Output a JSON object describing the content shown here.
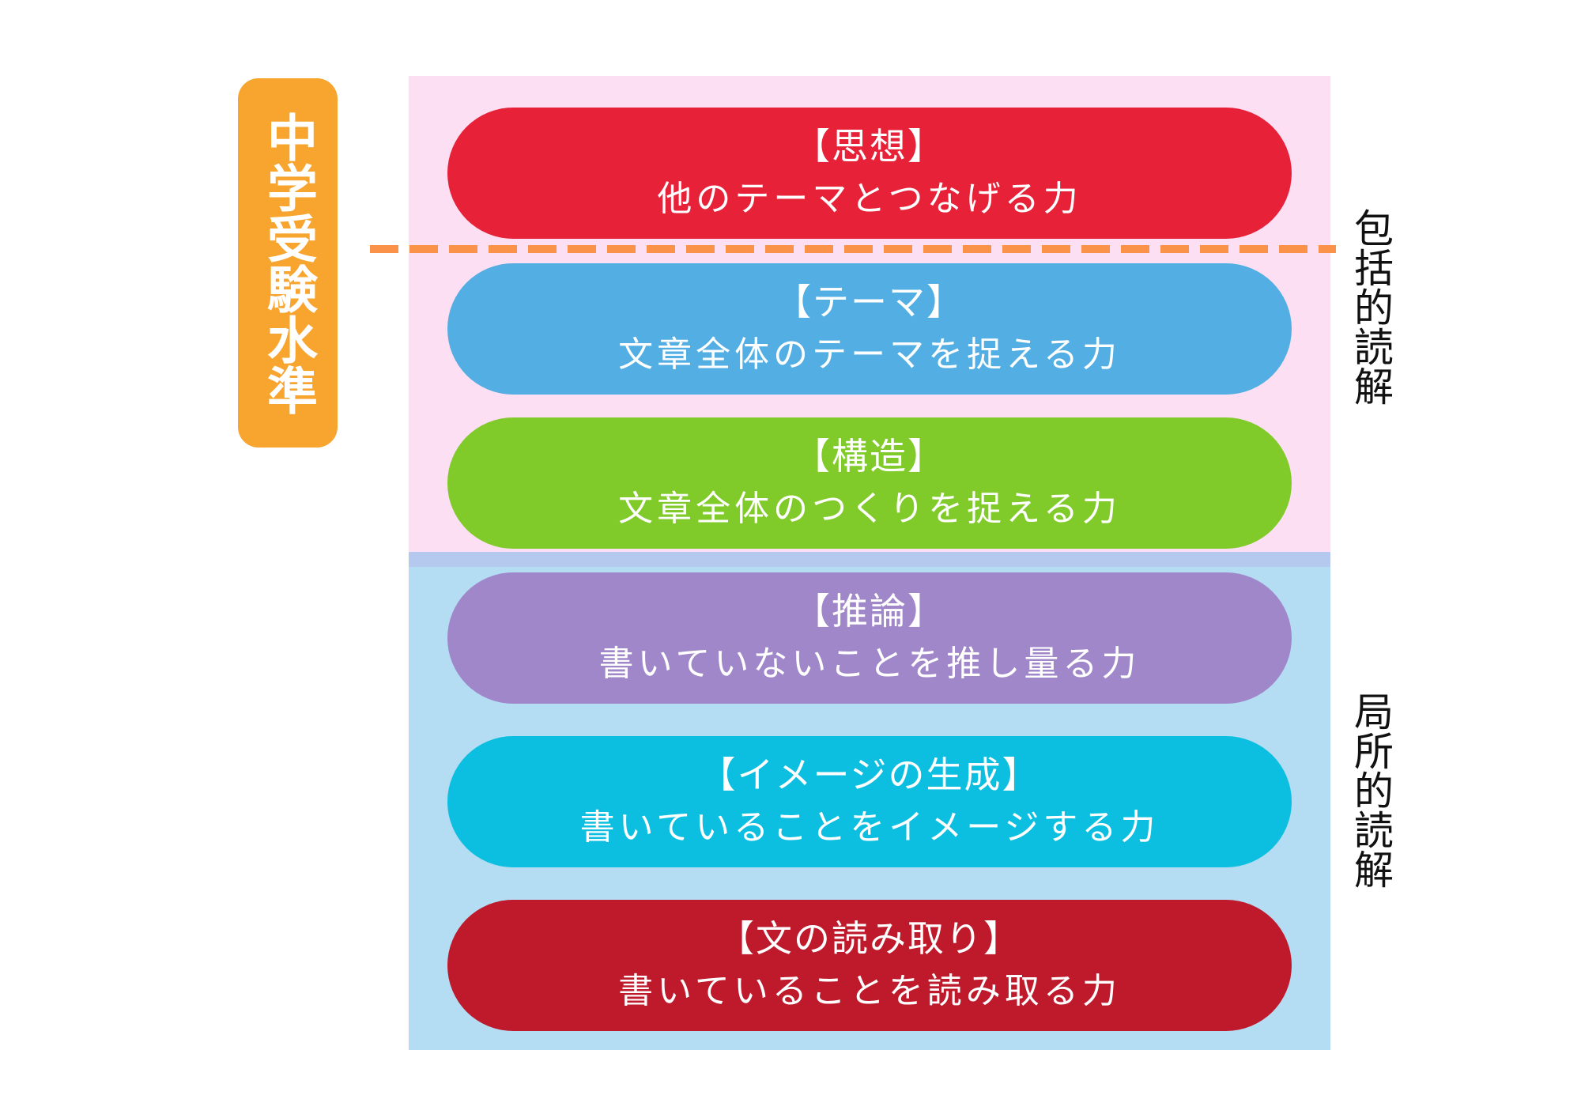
{
  "level_label": "中学受験水準",
  "side_labels": {
    "upper": "包括的読解",
    "lower": "局所的読解"
  },
  "colors": {
    "upper_zone": "#fddff4",
    "lower_zone": "#b4dcf2",
    "level_badge": "#f8a52f",
    "dash_line": "#fb924a"
  },
  "pills": [
    {
      "title": "【思想】",
      "desc": "他のテーマとつなげる力",
      "color": "#e62138"
    },
    {
      "title": "【テーマ】",
      "desc": "文章全体のテーマを捉える力",
      "color": "#52aee3"
    },
    {
      "title": "【構造】",
      "desc": "文章全体のつくりを捉える力",
      "color": "#80cb2a"
    },
    {
      "title": "【推論】",
      "desc": "書いていないことを推し量る力",
      "color": "#a087c9"
    },
    {
      "title": "【イメージの生成】",
      "desc": "書いていることをイメージする力",
      "color": "#0cbfe0"
    },
    {
      "title": "【文の読み取り】",
      "desc": "書いていることを読み取る力",
      "color": "#be1a2b"
    }
  ]
}
